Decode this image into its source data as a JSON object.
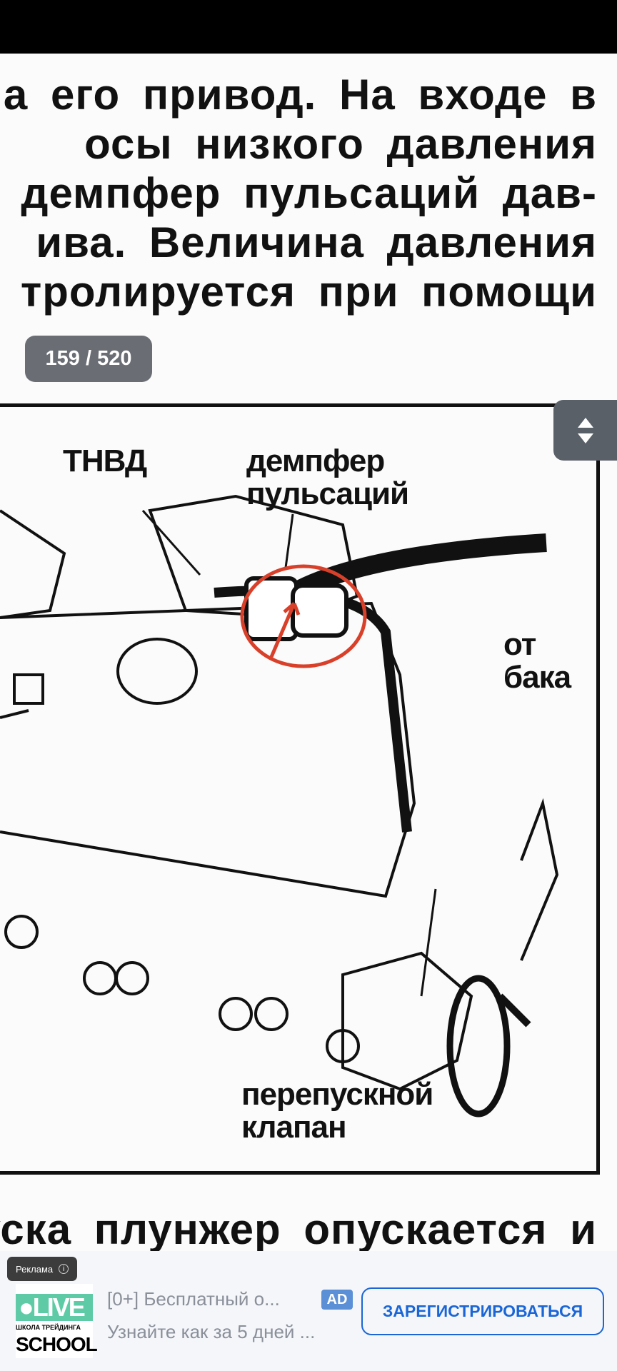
{
  "viewer": {
    "page_counter": "159 / 520"
  },
  "document": {
    "text_lines_top": [
      "а его привод. На входе в",
      "осы низкого давления",
      "демпфер пульсаций дав-",
      "ива. Величина давления",
      "тролируется при помощи"
    ],
    "text_line_bottom": "уска плунжер опускается и",
    "figure": {
      "labels": {
        "pump": "ТНВД",
        "damper": [
          "демпфер",
          "пульсаций"
        ],
        "from_tank": [
          "от",
          "бака"
        ],
        "bypass_valve": [
          "перепускной",
          "клапан"
        ]
      },
      "annotation_color": "#d8402a"
    }
  },
  "ad": {
    "tag": "Реклама",
    "logo": {
      "top": "LIVE",
      "sub": "ШКОЛА ТРЕЙДИНГА",
      "bottom": "SCHOOL"
    },
    "title": "[0+] Бесплатный о...",
    "badge": "AD",
    "description": "Узнайте как за 5 дней ...",
    "cta": "ЗАРЕГИСТРИРОВАТЬСЯ",
    "accent": "#1a66d6"
  }
}
